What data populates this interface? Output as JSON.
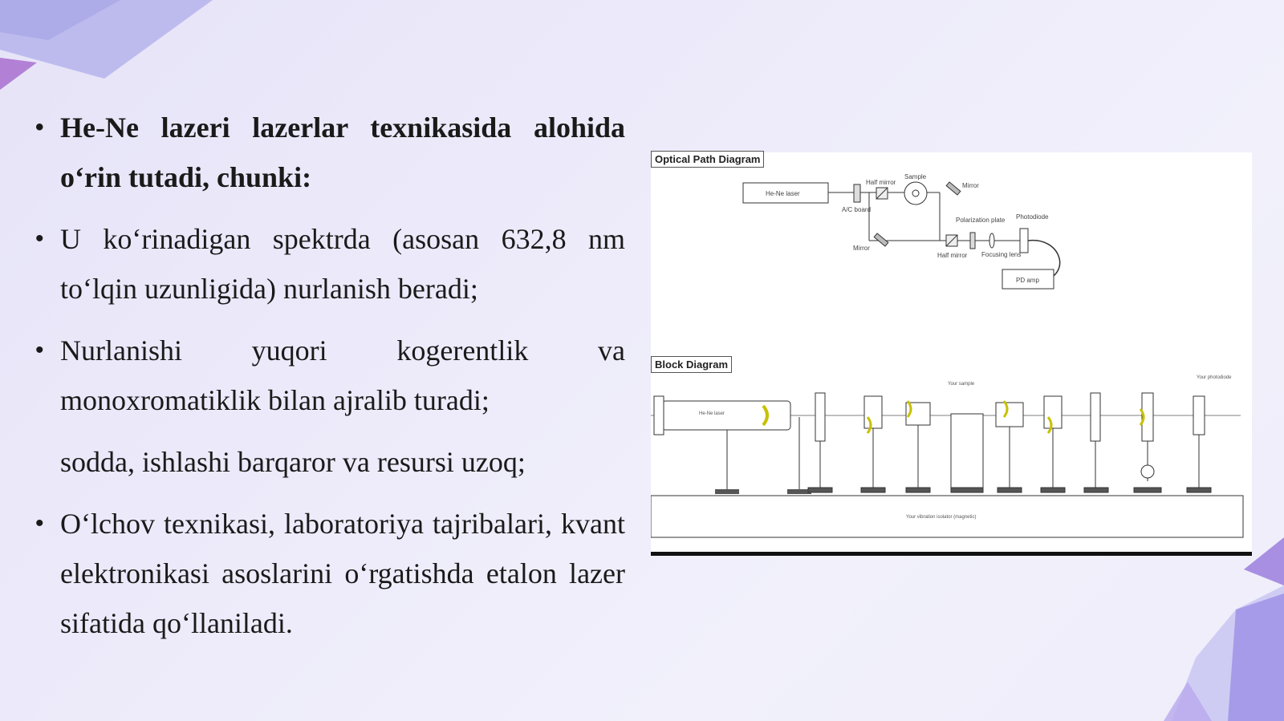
{
  "bullets": [
    {
      "text": "He-Ne lazeri lazerlar texnikasida alohida o‘rin tutadi, chunki:"
    },
    {
      "text": "U ko‘rinadigan spektrda (asosan 632,8 nm to‘lqin uzunligida) nurlanish beradi;"
    },
    {
      "text": "Nurlanishi yuqori kogerentlik va monoxromatiklik bilan ajralib turadi;"
    },
    {
      "text": "sodda, ishlashi barqaror va resursi uzoq;"
    },
    {
      "text": "O‘lchov texnikasi, laboratoriya tajribalari, kvant elektronikasi asoslarini o‘rgatishda etalon lazer sifatida qo‘llaniladi."
    }
  ],
  "figure": {
    "optical_title": "Optical Path Diagram",
    "block_title": "Block Diagram",
    "optical_labels": {
      "laser": "He-Ne laser",
      "ac_board": "A/C board",
      "half_mirror_top": "Half mirror",
      "sample": "Sample",
      "mirror_right": "Mirror",
      "mirror_left": "Mirror",
      "polarization_plate": "Polarization plate",
      "photodiode": "Photodiode",
      "half_mirror_bottom": "Half mirror",
      "focusing_lens": "Focusing lens",
      "pd_amp": "PD amp"
    },
    "block_labels": {
      "laser": "He-Ne laser",
      "sample": "Your sample",
      "photodiode": "Your photodiode",
      "breadboard": "Your vibration isolator (magnetic)"
    }
  }
}
